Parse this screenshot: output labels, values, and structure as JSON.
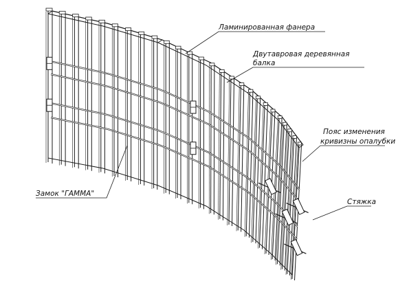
{
  "diagram": {
    "labels": {
      "plywood": "Ламинированная фанера",
      "beam_line1": "Двутавровая деревянная",
      "beam_line2": "балка",
      "belt_line1": "Пояс изменения",
      "belt_line2": "кривизны опалубки",
      "lock": "Замок \"ГАММА\"",
      "tie": "Стяжка"
    },
    "colors": {
      "line": "#1a1a1a",
      "fill": "#ffffff",
      "label_text": "#111111"
    }
  }
}
